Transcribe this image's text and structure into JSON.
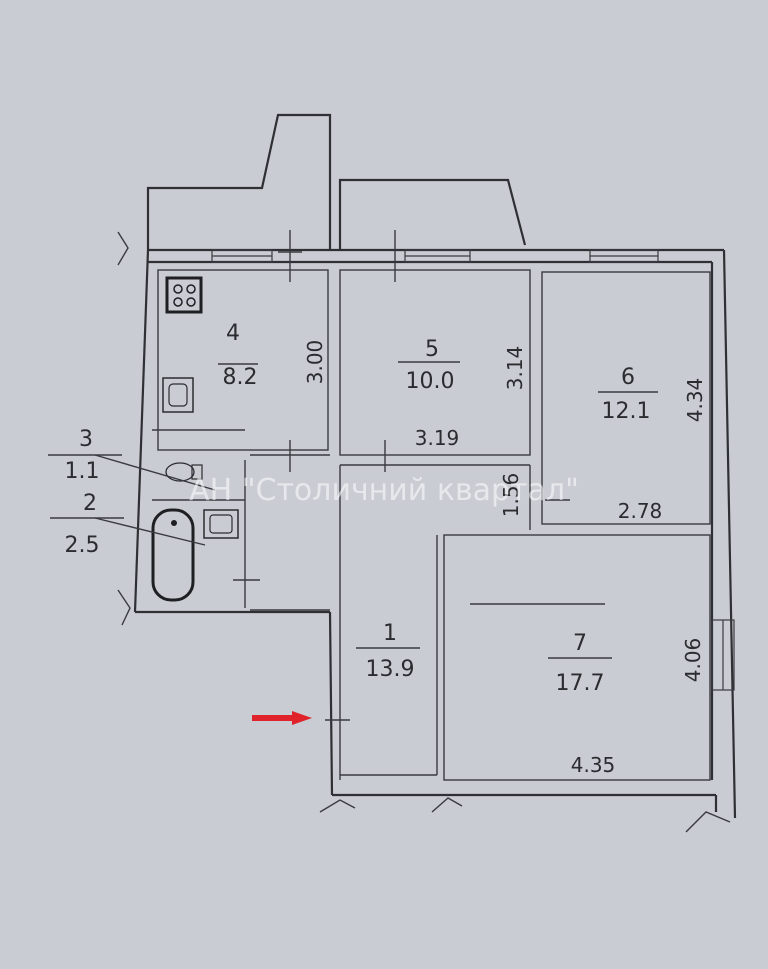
{
  "watermark": "АН \"Столичний квартал\"",
  "rooms": [
    {
      "number": "1",
      "area": "13.9"
    },
    {
      "number": "2",
      "area": "2.5"
    },
    {
      "number": "3",
      "area": "1.1"
    },
    {
      "number": "4",
      "area": "8.2"
    },
    {
      "number": "5",
      "area": "10.0"
    },
    {
      "number": "6",
      "area": "12.1"
    },
    {
      "number": "7",
      "area": "17.7"
    }
  ],
  "dimensions": {
    "room4_height": "3.00",
    "room5_height": "3.14",
    "room5_width": "3.19",
    "room6_height": "4.34",
    "room6_width": "2.78",
    "corridor_width": "1.56",
    "room7_height": "4.06",
    "room7_width": "4.35"
  },
  "colors": {
    "paper": "#c9ccd3",
    "lines": "#2f3034",
    "entry_arrow": "#e0232b"
  },
  "icons": [
    "stove-icon",
    "sink-icon",
    "toilet-icon",
    "bathtub-icon",
    "washbasin-icon",
    "entry-arrow-icon"
  ]
}
